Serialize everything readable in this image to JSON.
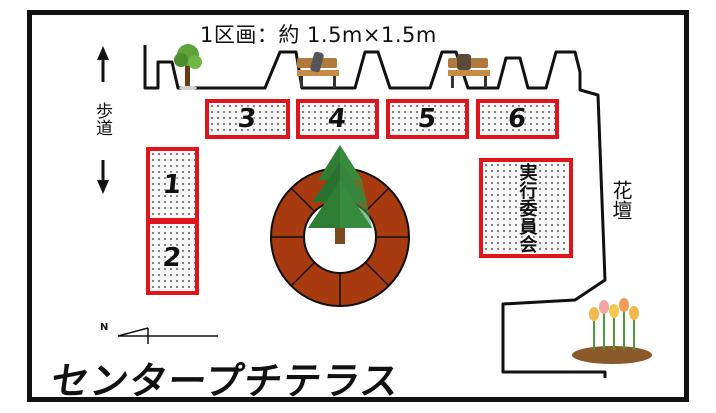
{
  "header": {
    "scale_label": "1区画：約 1.5m×1.5m"
  },
  "labels": {
    "walkway": "歩道",
    "flowerbed": "花壇",
    "north": "N"
  },
  "plots": [
    {
      "id": "1",
      "label": "1"
    },
    {
      "id": "2",
      "label": "2"
    },
    {
      "id": "3",
      "label": "3"
    },
    {
      "id": "4",
      "label": "4"
    },
    {
      "id": "5",
      "label": "5"
    },
    {
      "id": "6",
      "label": "6"
    }
  ],
  "committee": {
    "label": "実行委員会"
  },
  "title": "センタープチテラス",
  "icons": [
    "tree-icon",
    "bench-icon",
    "bench-icon",
    "fir-tree-icon",
    "tulip-flowerbed-icon",
    "north-arrow-icon"
  ],
  "colors": {
    "plot_border": "#e0141c",
    "planter_ring": "#a83a10",
    "tree_green": "#2f7d32",
    "ink": "#111111"
  }
}
